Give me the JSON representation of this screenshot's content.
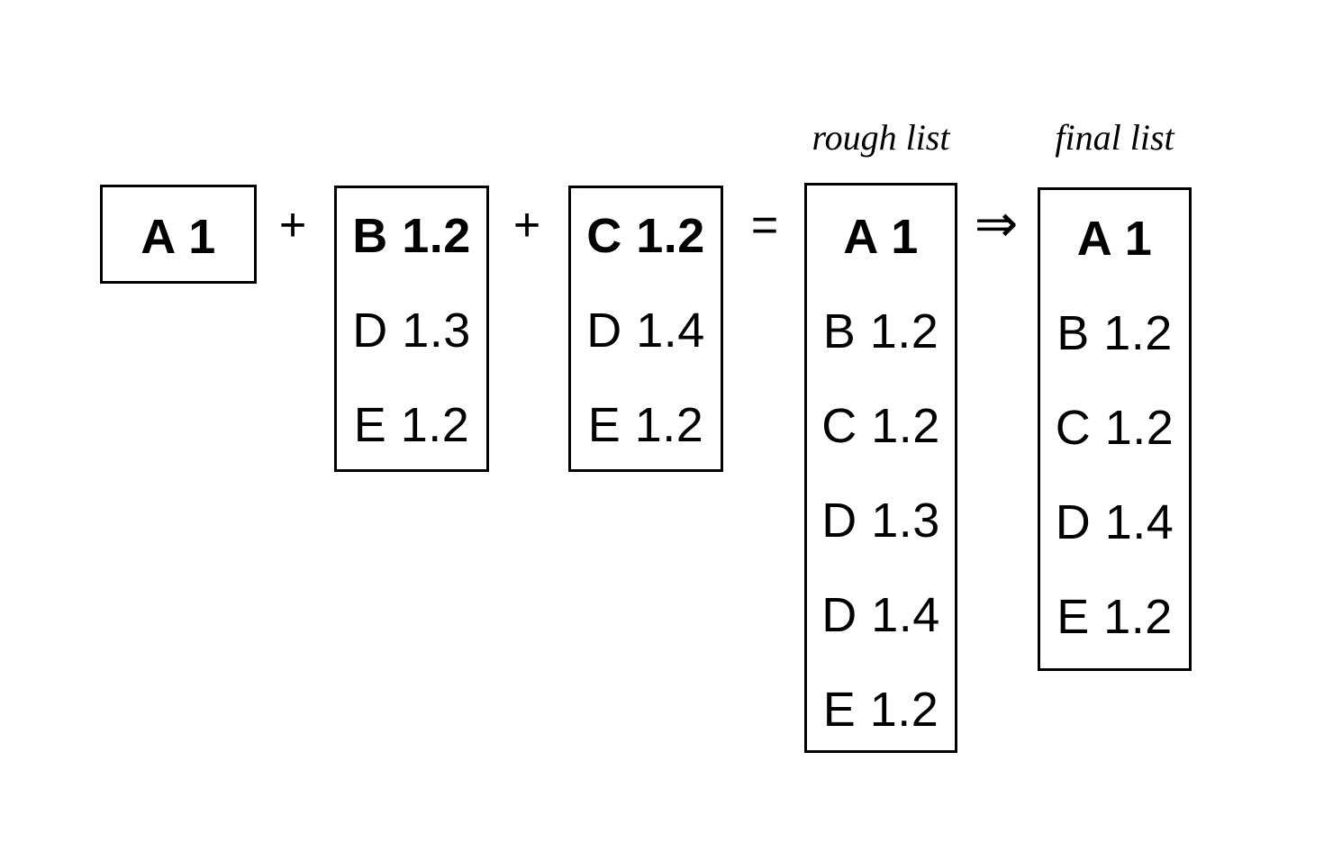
{
  "diagram": {
    "title": "Knowledge list merging diagram",
    "background_color": "#ffffff",
    "stroke_color": "#000000"
  },
  "operators": {
    "plus1": "+",
    "plus2": "+",
    "equals": "=",
    "implies": "⇒"
  },
  "captions": {
    "rough": "rough list",
    "final": "final list"
  },
  "boxes": {
    "source_a": {
      "name": "source-a",
      "rows": [
        {
          "text": "A 1",
          "bold": true
        }
      ]
    },
    "source_b": {
      "name": "source-b",
      "rows": [
        {
          "text": "B 1.2",
          "bold": true
        },
        {
          "text": "D 1.3",
          "bold": false
        },
        {
          "text": "E 1.2",
          "bold": false
        }
      ]
    },
    "source_c": {
      "name": "source-c",
      "rows": [
        {
          "text": "C 1.2",
          "bold": true
        },
        {
          "text": "D 1.4",
          "bold": false
        },
        {
          "text": "E 1.2",
          "bold": false
        }
      ]
    },
    "rough_list": {
      "name": "rough-list",
      "rows": [
        {
          "text": "A 1",
          "bold": true
        },
        {
          "text": "B 1.2",
          "bold": false
        },
        {
          "text": "C 1.2",
          "bold": false
        },
        {
          "text": "D 1.3",
          "bold": false
        },
        {
          "text": "D 1.4",
          "bold": false
        },
        {
          "text": "E 1.2",
          "bold": false
        }
      ]
    },
    "final_list": {
      "name": "final-list",
      "rows": [
        {
          "text": "A 1",
          "bold": true
        },
        {
          "text": "B 1.2",
          "bold": false
        },
        {
          "text": "C 1.2",
          "bold": false
        },
        {
          "text": "D 1.4",
          "bold": false
        },
        {
          "text": "E 1.2",
          "bold": false
        }
      ]
    }
  }
}
